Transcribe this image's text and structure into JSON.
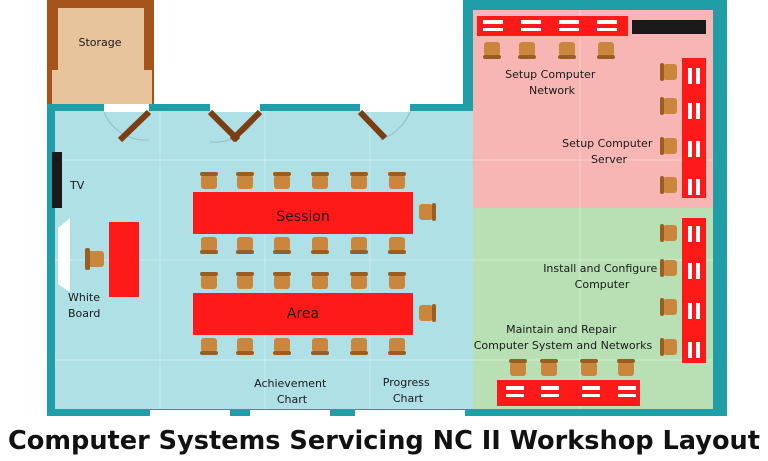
{
  "title": "Computer Systems Servicing NC II Workshop Layout",
  "areas": {
    "storage": "Storage\nArea",
    "tv": "TV",
    "white_board": "White\nBoard",
    "session": "Session",
    "area": "Area",
    "achievement_chart": "Achievement\nChart",
    "progress_chart": "Progress\nChart",
    "setup_network": "Setup Computer\nNetwork",
    "setup_server": "Setup Computer\nServer",
    "install_configure": "Install and Configure\nComputer",
    "maintain_repair": "Maintain and Repair\nComputer System and Networks"
  },
  "colors": {
    "wall": "#1f9ea8",
    "main_floor": "#aee0e6",
    "pink_zone": "#f7b5b3",
    "green_zone": "#b8e0b4",
    "table": "#ff1a1a",
    "chair": "#c9863c",
    "storage_floor": "#e7c49c",
    "storage_wall": "#a5541c"
  }
}
